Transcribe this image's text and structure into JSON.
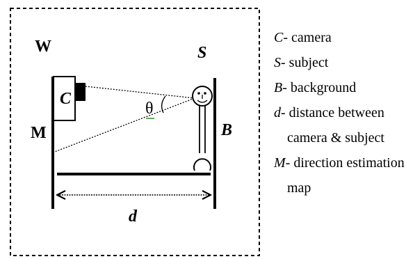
{
  "diagram": {
    "frame_label": "W",
    "map_label": "M",
    "camera_label": "C",
    "subject_label": "S",
    "background_label": "B",
    "distance_label": "d",
    "angle_label": "θ"
  },
  "legend": {
    "camera": {
      "symbol": "C",
      "text": "- camera"
    },
    "subject": {
      "symbol": "S",
      "text": "- subject"
    },
    "background": {
      "symbol": "B",
      "text": "- background"
    },
    "distance": {
      "symbol": "d",
      "text": "- distance  between",
      "cont": "camera & subject"
    },
    "map": {
      "symbol": "M",
      "text": "- direction estimation",
      "cont": "map"
    }
  }
}
